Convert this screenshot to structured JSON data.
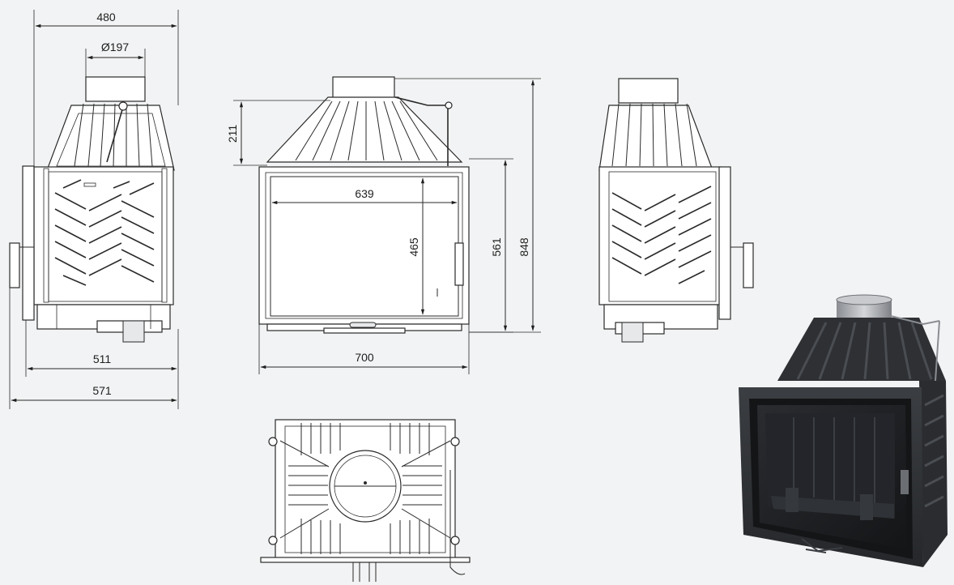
{
  "dimensions": {
    "side_left": {
      "top_width": "480",
      "flue_diameter": "Ø197",
      "base_inner": "511",
      "base_outer": "571"
    },
    "front": {
      "top_height": "211",
      "glass_width": "639",
      "glass_height": "465",
      "door_height": "561",
      "total_height": "848",
      "total_width": "700"
    }
  },
  "colors": {
    "background": "#f2f3f4",
    "line": "#2a2a2a",
    "product_body": "#2f3236",
    "product_glass": "#1a1b1d"
  },
  "icons": {
    "dimension_arrow": "arrow-head-icon",
    "door_handle": "handle-icon"
  }
}
